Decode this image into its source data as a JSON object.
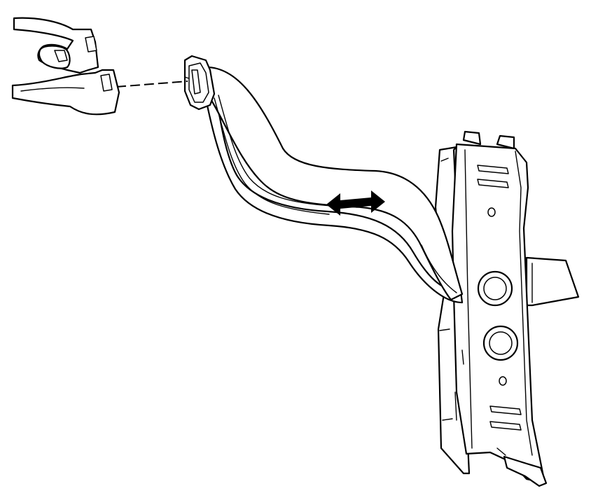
{
  "diagram": {
    "style": "black line art on white",
    "components": [
      "hand-grip-icon",
      "connector-icon",
      "flat-cable",
      "mounting-bracket",
      "slide-direction-arrow-icon"
    ],
    "colors": {
      "line": "#000000",
      "background": "#ffffff"
    }
  }
}
